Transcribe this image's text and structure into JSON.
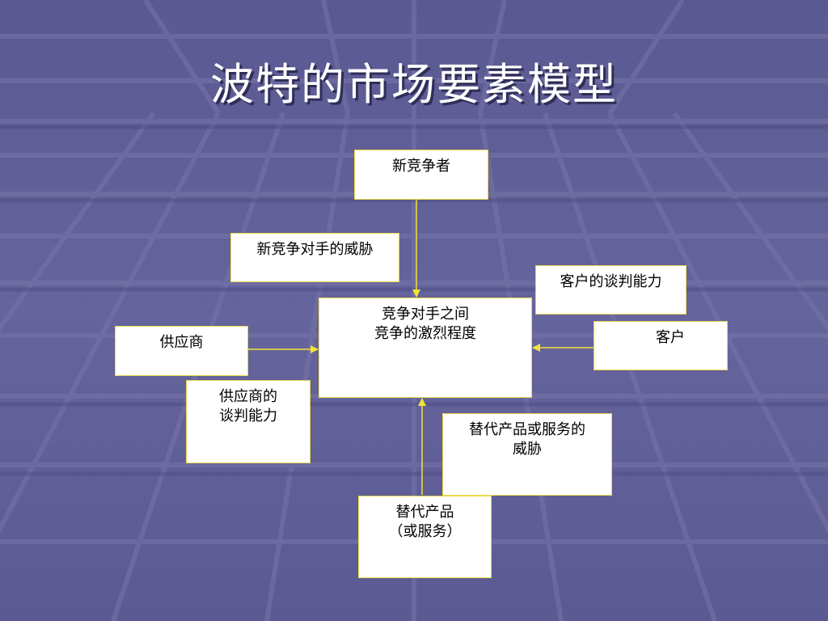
{
  "slide": {
    "title": "波特的市场要素模型"
  },
  "diagram": {
    "new_entrants": "新竞争者",
    "threat_new_entrants": "新竞争对手的威胁",
    "buyer_power": "客户的谈判能力",
    "rivalry_line1": "竞争对手之间",
    "rivalry_line2": "竞争的激烈程度",
    "suppliers": "供应商",
    "buyers": "客户",
    "supplier_power_line1": "供应商的",
    "supplier_power_line2": "谈判能力",
    "threat_substitutes_line1": "替代产品或服务的",
    "threat_substitutes_line2": "威胁",
    "substitutes_line1": "替代产品",
    "substitutes_line2": "（或服务）"
  },
  "colors": {
    "background": "#5d5c94",
    "box_border": "#e8d84a",
    "arrow": "#f2e33a",
    "title_text": "#ffffff"
  }
}
